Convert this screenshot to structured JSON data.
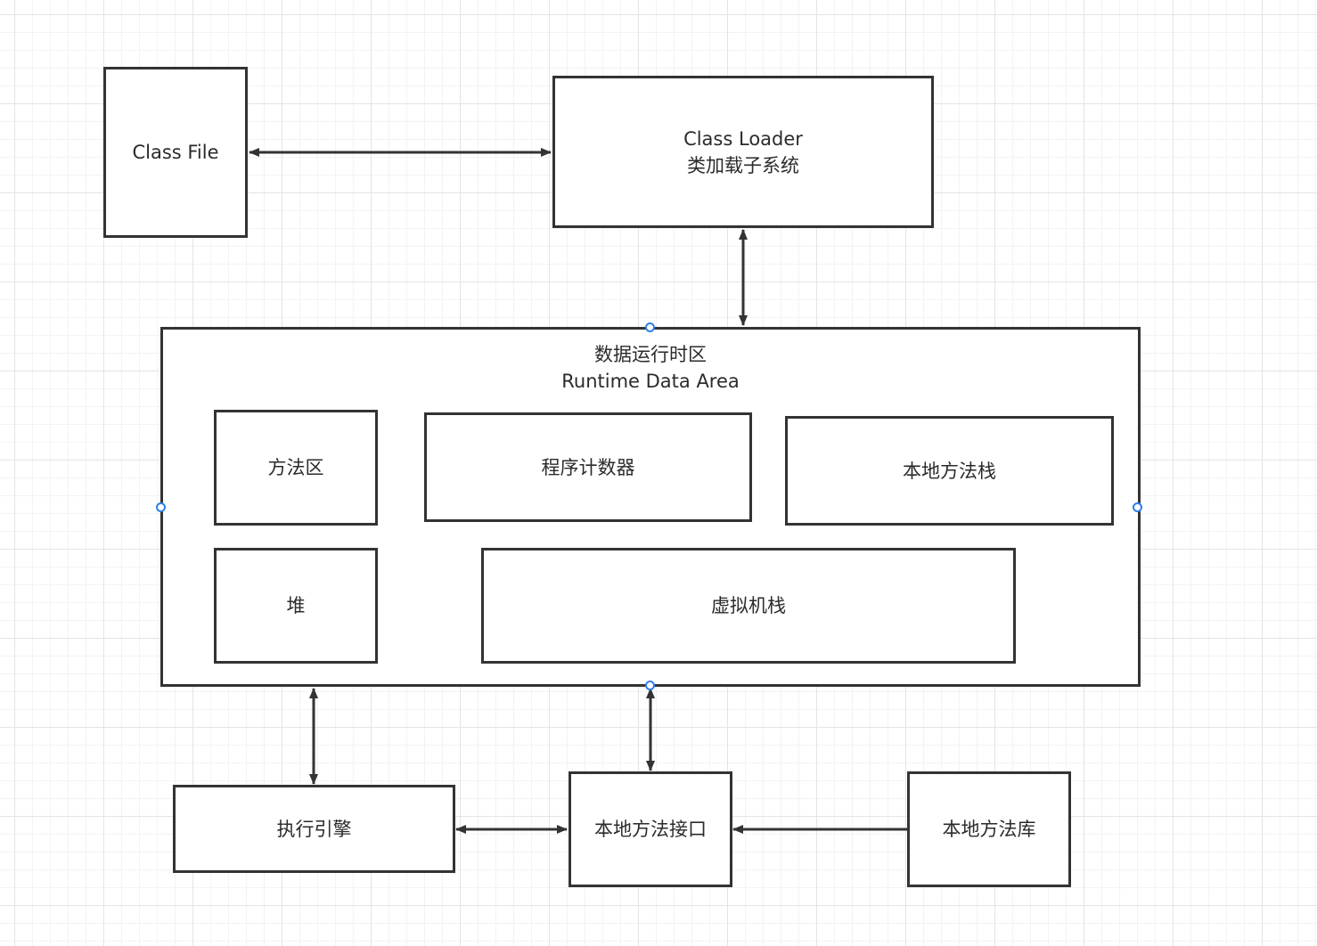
{
  "diagram": {
    "nodes": {
      "class_file": {
        "label": "Class File"
      },
      "class_loader": {
        "line1": "Class Loader",
        "line2": "类加载子系统"
      },
      "runtime_area": {
        "line1": "数据运行时区",
        "line2": "Runtime Data Area"
      },
      "method_area": {
        "label": "方法区"
      },
      "program_counter": {
        "label": "程序计数器"
      },
      "native_method_stack": {
        "label": "本地方法栈"
      },
      "heap": {
        "label": "堆"
      },
      "vm_stack": {
        "label": "虚拟机栈"
      },
      "execution_engine": {
        "label": "执行引擎"
      },
      "native_interface": {
        "label": "本地方法接口"
      },
      "native_library": {
        "label": "本地方法库"
      }
    },
    "edges": [
      {
        "from": "class_file",
        "to": "class_loader",
        "direction": "both"
      },
      {
        "from": "class_loader",
        "to": "runtime_area",
        "direction": "both"
      },
      {
        "from": "runtime_area",
        "to": "execution_engine",
        "direction": "both"
      },
      {
        "from": "runtime_area",
        "to": "native_interface",
        "direction": "both"
      },
      {
        "from": "execution_engine",
        "to": "native_interface",
        "direction": "both"
      },
      {
        "from": "native_library",
        "to": "native_interface",
        "direction": "forward"
      }
    ],
    "colors": {
      "stroke": "#333333",
      "text": "#2b2b2b",
      "selection_handle": "#2f80ed",
      "grid_line": "#e4e4e4"
    }
  }
}
